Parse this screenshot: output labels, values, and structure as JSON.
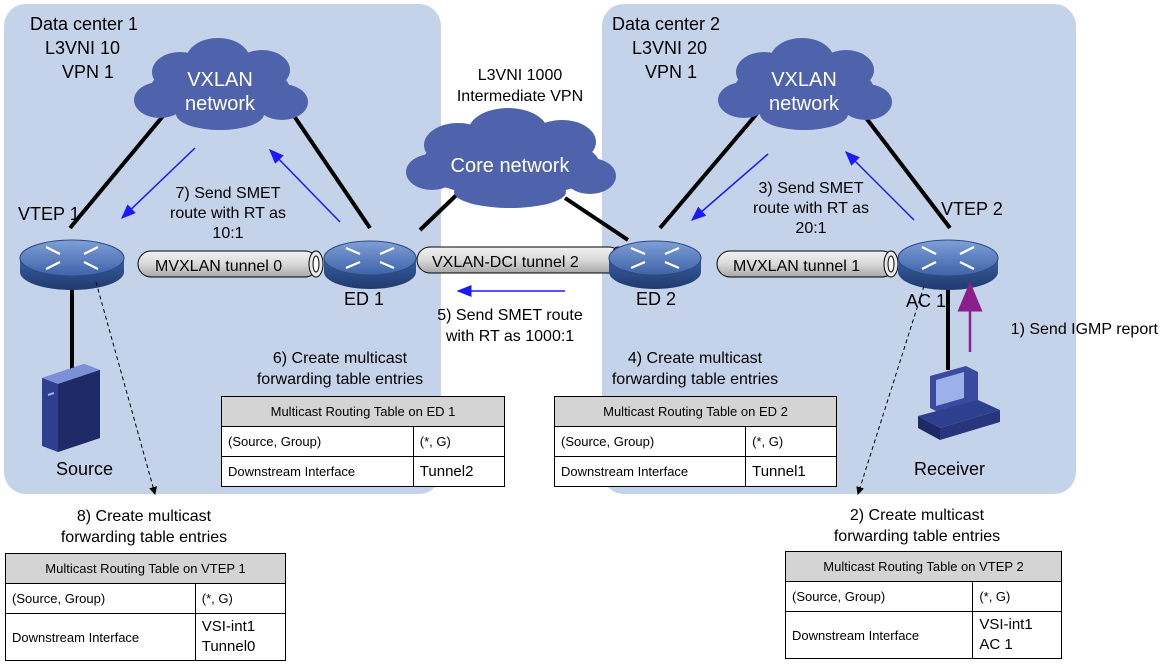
{
  "data_centers": {
    "dc1": {
      "title": "Data center 1",
      "l3vni": "L3VNI 10",
      "vpn": "VPN 1"
    },
    "dc2": {
      "title": "Data center 2",
      "l3vni": "L3VNI 20",
      "vpn": "VPN 1"
    }
  },
  "clouds": {
    "vxlan_left": [
      "VXLAN",
      "network"
    ],
    "vxlan_right": [
      "VXLAN",
      "network"
    ],
    "core": "Core network",
    "core_caption": [
      "L3VNI 1000",
      "Intermediate VPN"
    ]
  },
  "devices": {
    "vtep1": "VTEP 1",
    "ed1": "ED 1",
    "ed2": "ED 2",
    "vtep2": "VTEP 2",
    "ac1": "AC 1",
    "source": "Source",
    "receiver": "Receiver"
  },
  "tunnels": {
    "mvxlan0": "MVXLAN tunnel 0",
    "dci2": "VXLAN-DCI tunnel 2",
    "mvxlan1": "MVXLAN tunnel 1"
  },
  "steps": {
    "s1": [
      "1) Send IGMP report"
    ],
    "s2": [
      "2) Create multicast",
      "forwarding table entries"
    ],
    "s3": [
      "3) Send SMET",
      "route with RT as",
      "20:1"
    ],
    "s4": [
      "4) Create multicast",
      "forwarding table entries"
    ],
    "s5": [
      "5) Send SMET route",
      "with RT as 1000:1"
    ],
    "s6": [
      "6) Create multicast",
      "forwarding table entries"
    ],
    "s7": [
      "7) Send SMET",
      "route with RT as",
      "10:1"
    ],
    "s8": [
      "8) Create multicast",
      "forwarding table entries"
    ]
  },
  "tables": {
    "ed1": {
      "title": "Multicast Routing Table on ED 1",
      "row1_label": "(Source, Group)",
      "row1_value": "(*, G)",
      "row2_label": "Downstream Interface",
      "row2_value": "Tunnel2"
    },
    "ed2": {
      "title": "Multicast Routing Table on ED 2",
      "row1_label": "(Source, Group)",
      "row1_value": "(*, G)",
      "row2_label": "Downstream Interface",
      "row2_value": "Tunnel1"
    },
    "vtep1": {
      "title": "Multicast Routing Table on VTEP 1",
      "row1_label": "(Source, Group)",
      "row1_value": "(*, G)",
      "row2_label": "Downstream Interface",
      "row2_value_1": "VSI-int1",
      "row2_value_2": "Tunnel0"
    },
    "vtep2": {
      "title": "Multicast Routing Table on VTEP 2",
      "row1_label": "(Source, Group)",
      "row1_value": "(*, G)",
      "row2_label": "Downstream Interface",
      "row2_value_1": "VSI-int1",
      "row2_value_2": "AC 1"
    }
  },
  "colors": {
    "dc_background": "#c5d3ea",
    "cloud": "#4f63ad",
    "device": "#3d63a8",
    "smet_arrow": "#1a1aff",
    "igmp_arrow": "#8a1f8a",
    "tunnel": "#d9d9d9"
  }
}
